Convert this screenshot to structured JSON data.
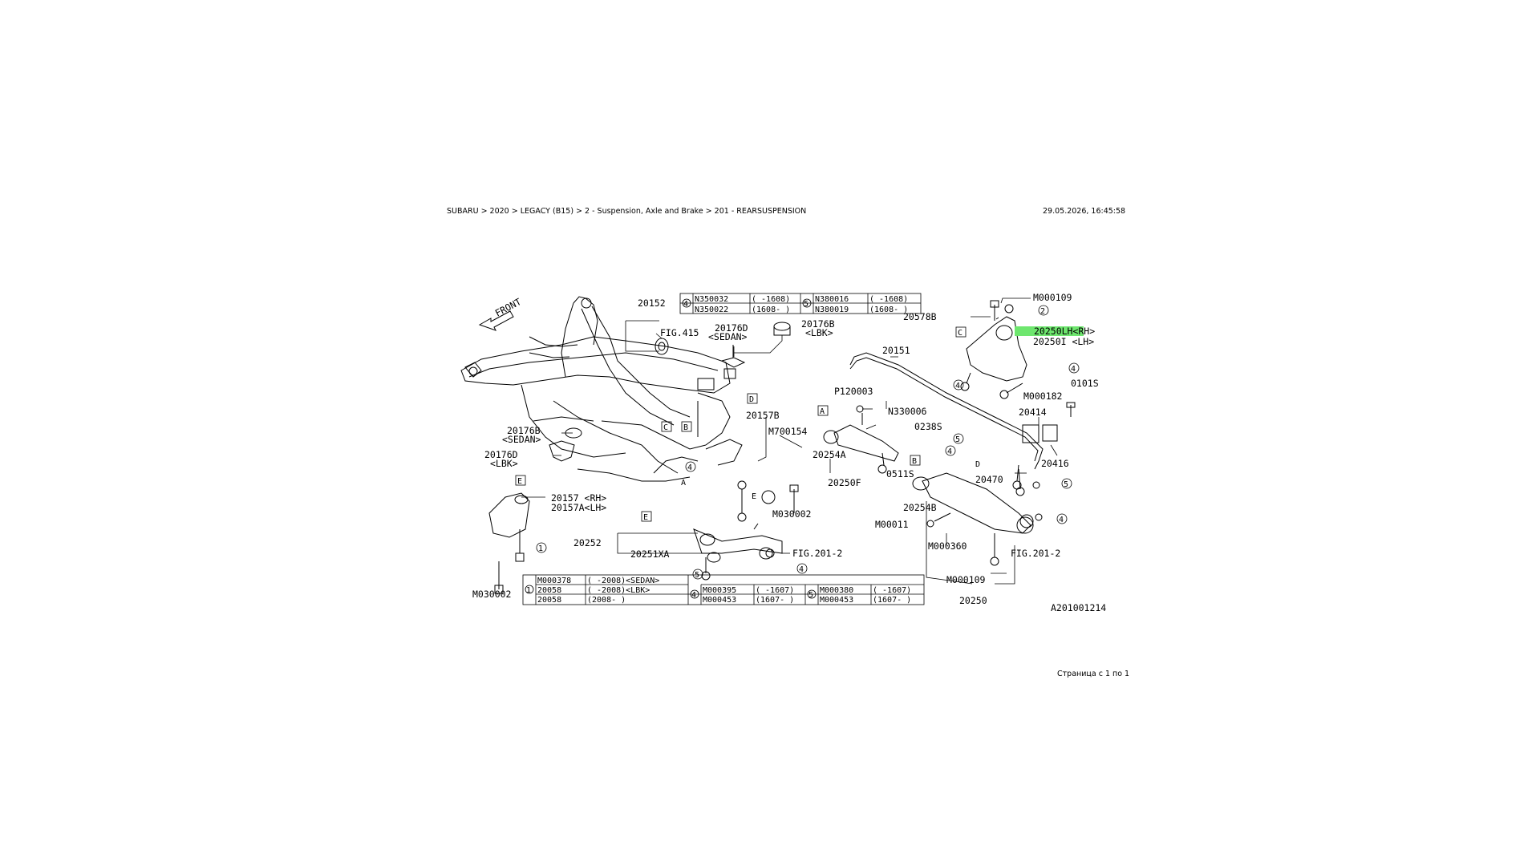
{
  "header": {
    "breadcrumb": "SUBARU > 2020 > LEGACY (B15) > 2 - Suspension, Axle and Brake > 201 - REARSUSPENSION",
    "timestamp": "29.05.2026, 16:45:58"
  },
  "footer": {
    "page_text": "Страница с 1 по 1"
  },
  "diagram": {
    "front_label": "FRONT",
    "diagram_id": "A201001214",
    "highlight_color": "#6ee66e",
    "highlighted_part": "20250LH<RH>",
    "labels": {
      "p20152": "20152",
      "fig415": "FIG.415",
      "p20176d_sedan": "20176D",
      "sedan1": "<SEDAN>",
      "p20176b_lbk": "20176B",
      "lbk1": "<LBK>",
      "p20176b_sedan": "20176B",
      "sedan2": "<SEDAN>",
      "p20176d_lbk": "20176D",
      "lbk2": "<LBK>",
      "p20157b": "20157B",
      "m700154": "M700154",
      "p20157rh": "20157 <RH>",
      "p20157alh": "20157A<LH>",
      "p20252": "20252",
      "p20251xa": "20251XA",
      "m030002a": "M030002",
      "m030002b": "M030002",
      "fig2012a": "FIG.201-2",
      "p20151": "20151",
      "p120003": "P120003",
      "n330006": "N330006",
      "p0238s": "0238S",
      "p20254a": "20254A",
      "p20250f": "20250F",
      "p0511s": "0511S",
      "p20254b": "20254B",
      "m00011": "M00011",
      "m000360": "M000360",
      "m000109a": "M000109",
      "m000109b": "M000109",
      "p20250": "20250",
      "p20578b": "20578B",
      "p20250lh_rh": "20250LH<RH>",
      "p20250i_lh": "20250I <LH>",
      "m000182": "M000182",
      "p0101s": "0101S",
      "p20414": "20414",
      "p20416": "20416",
      "p20470": "20470",
      "fig2012b": "FIG.201-2"
    },
    "table_top": [
      [
        "N350032",
        "( -1608)",
        "N380016",
        "( -1608)"
      ],
      [
        "N350022",
        "(1608- )",
        "N380019",
        "(1608- )"
      ]
    ],
    "table_bottom": [
      [
        "M000378",
        "( -2008)<SEDAN>",
        "M000395",
        "( -1607)",
        "M000380",
        "( -1607)"
      ],
      [
        "20058",
        "( -2008)<LBK>",
        "M000453",
        "(1607- )",
        "M000453",
        "(1607- )"
      ],
      [
        "20058",
        "(2008- )",
        "",
        "",
        "",
        ""
      ]
    ]
  }
}
